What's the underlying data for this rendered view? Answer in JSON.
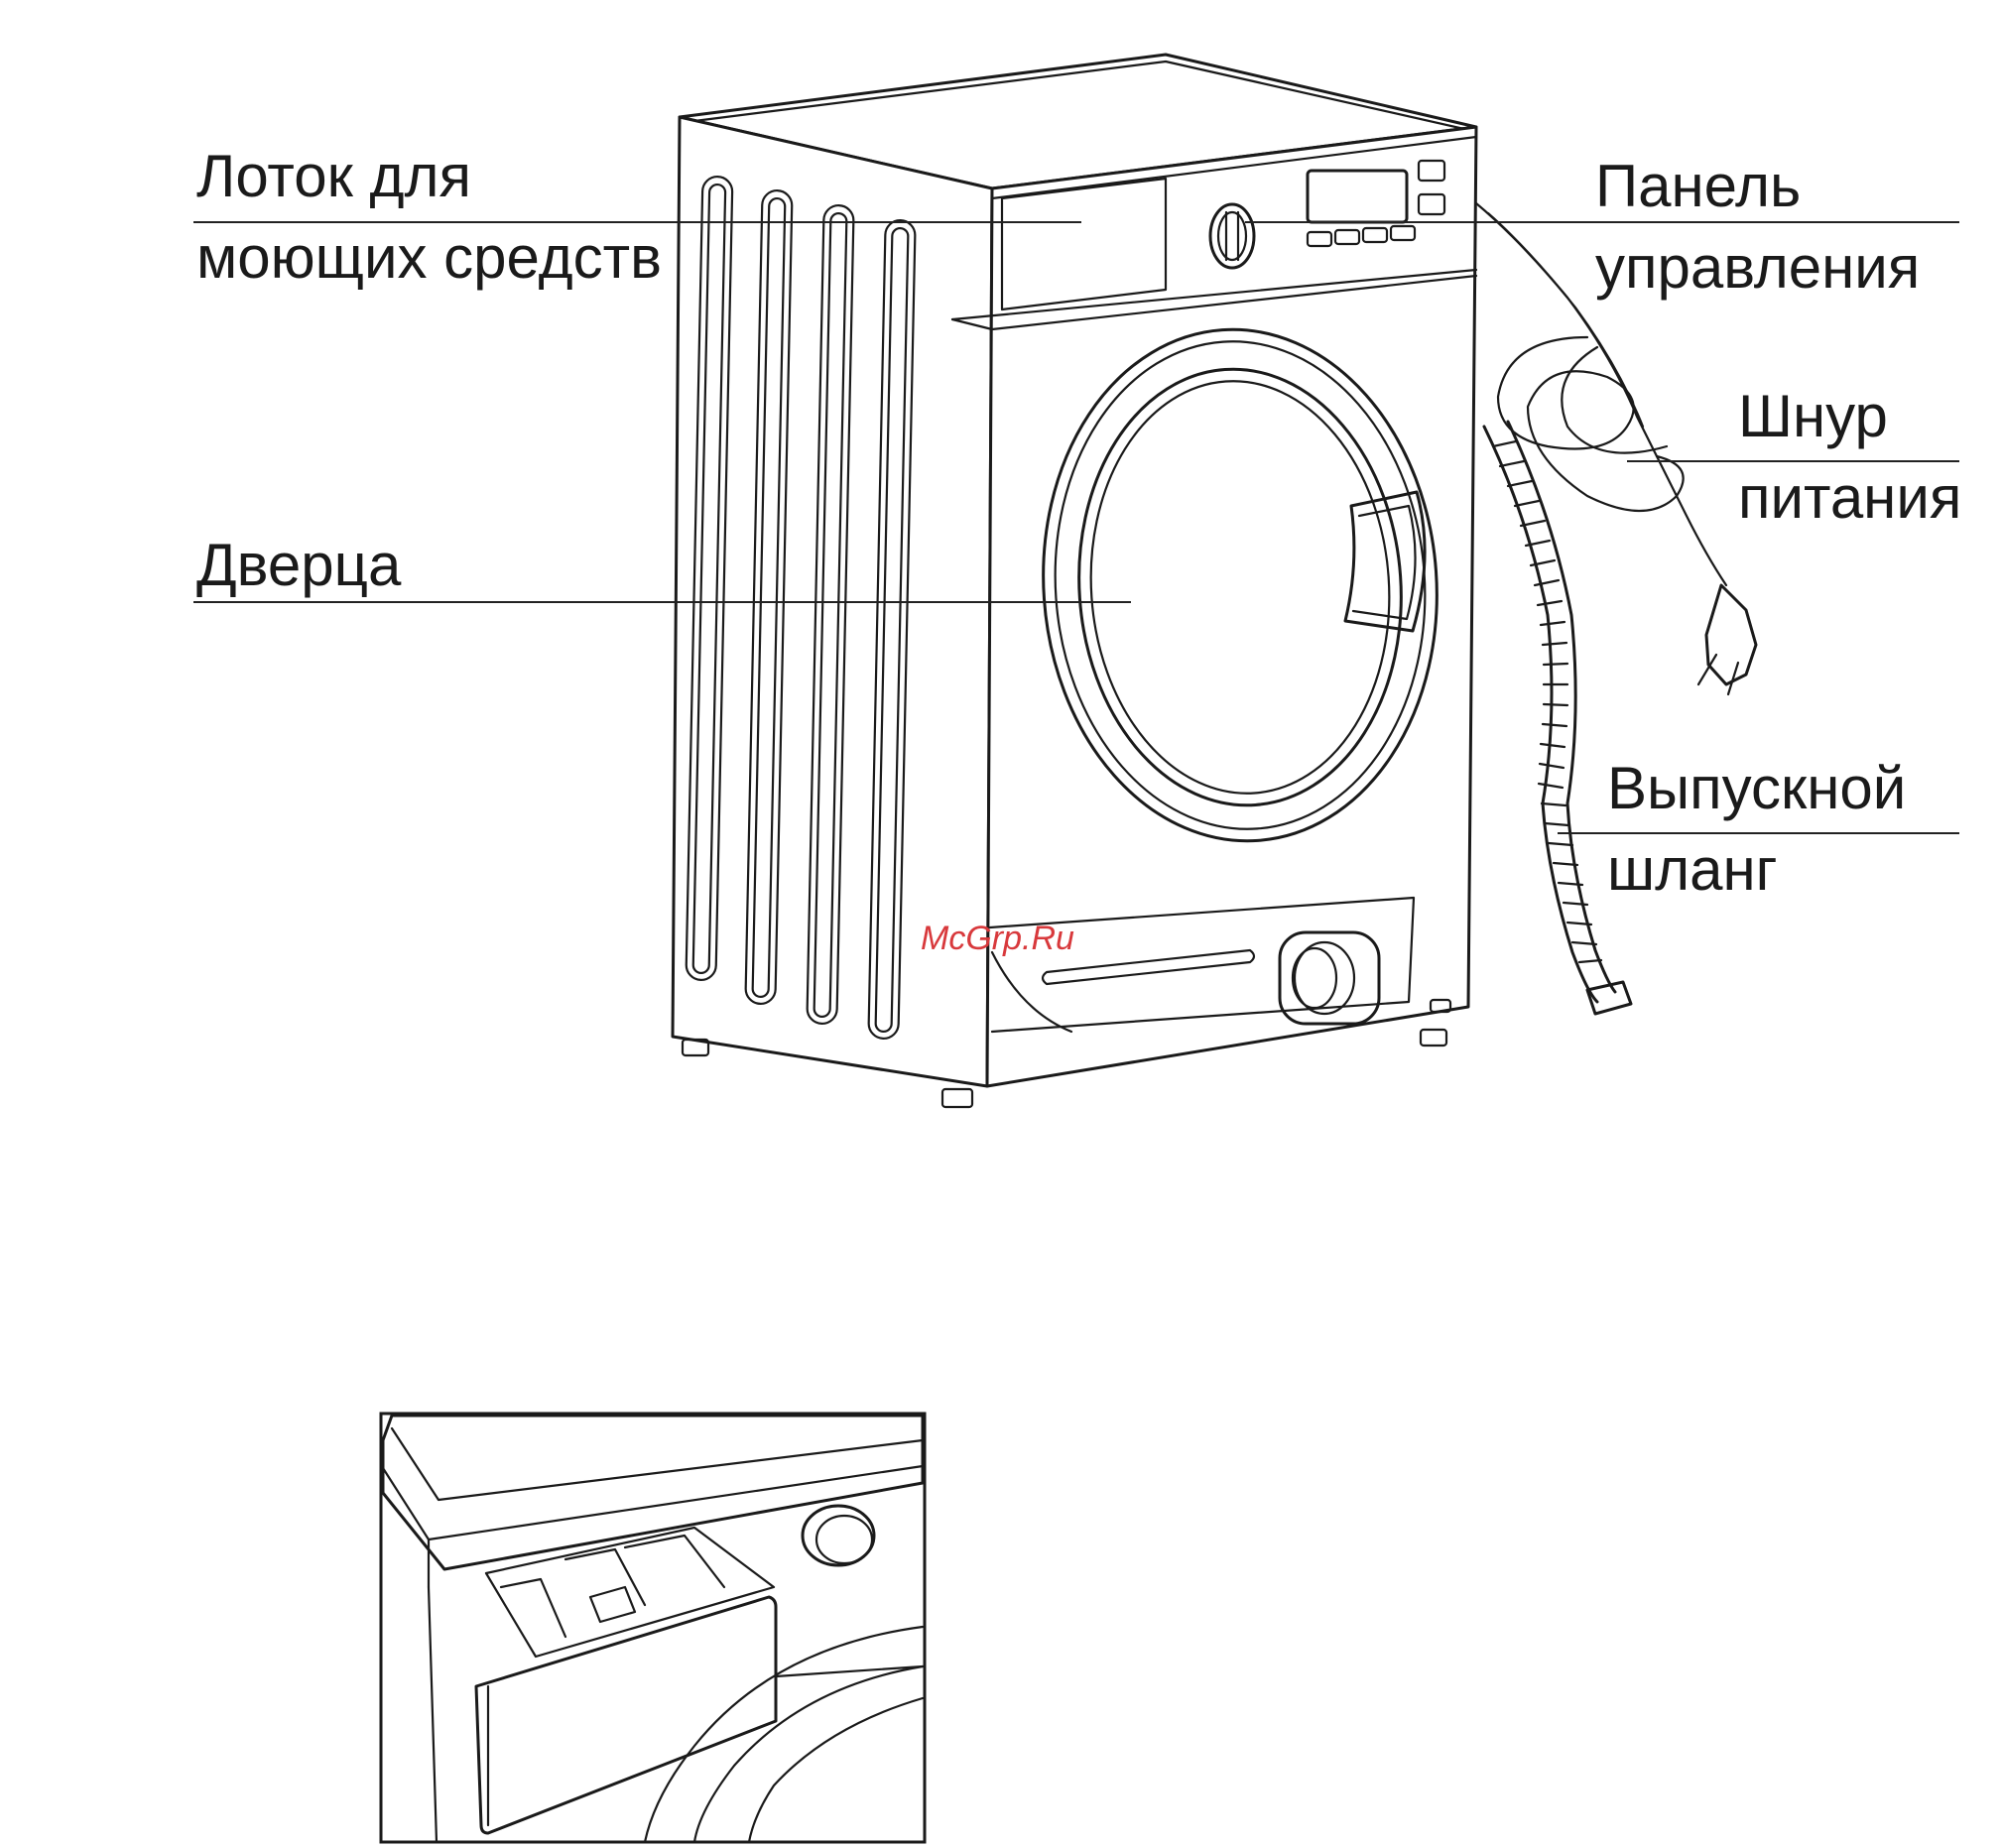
{
  "labels": {
    "detergent_tray_line1": "Лоток для",
    "detergent_tray_line2": "моющих средств",
    "door": "Дверца",
    "control_panel_line1": "Панель",
    "control_panel_line2": "управления",
    "power_cord_line1": "Шнур",
    "power_cord_line2": "питания",
    "drain_hose_line1": "Выпускной",
    "drain_hose_line2": "шланг"
  },
  "watermark": "McGrp.Ru",
  "colors": {
    "line": "#1a1a1a",
    "watermark": "#d8393c",
    "background": "#ffffff"
  }
}
